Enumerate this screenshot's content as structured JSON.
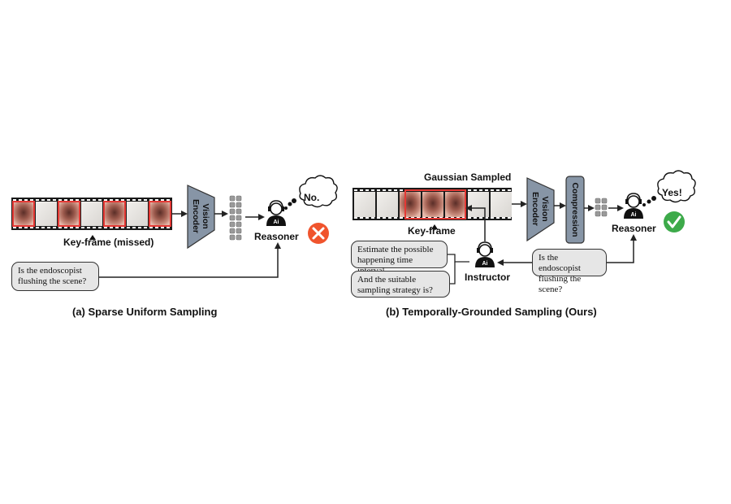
{
  "panel_a": {
    "keyframe_label": "Key-frame (missed)",
    "encoder_line1": "Vision",
    "encoder_line2": "Encoder",
    "reasoner_label": "Reasoner",
    "reasoner_reply": "No.",
    "question_line1": "Is the endoscopist",
    "question_line2": "flushing the scene?",
    "caption": "(a) Sparse Uniform Sampling",
    "result_icon": "cross-icon",
    "result_color": "#f0542d"
  },
  "panel_b": {
    "sampling_label": "Gaussian Sampled",
    "keyframe_label": "Key-frame",
    "encoder_line1": "Vision",
    "encoder_line2": "Encoder",
    "compression_label": "Compression",
    "reasoner_label": "Reasoner",
    "reasoner_reply": "Yes!",
    "instructor_label": "Instructor",
    "prompt1_line1": "Estimate the possible",
    "prompt1_line2": "happening time interval",
    "prompt2_line1": "And the suitable",
    "prompt2_line2": "sampling strategy is?",
    "question_line1": "Is the endoscopist",
    "question_line2": "flushing the scene?",
    "caption": "(b) Temporally-Grounded Sampling (Ours)",
    "result_icon": "check-icon",
    "result_color": "#3daa4a"
  },
  "colors": {
    "keyframe_border": "#e53935",
    "frame_tissue": "#b06a5c",
    "frame_pale": "#e8e6e4"
  }
}
